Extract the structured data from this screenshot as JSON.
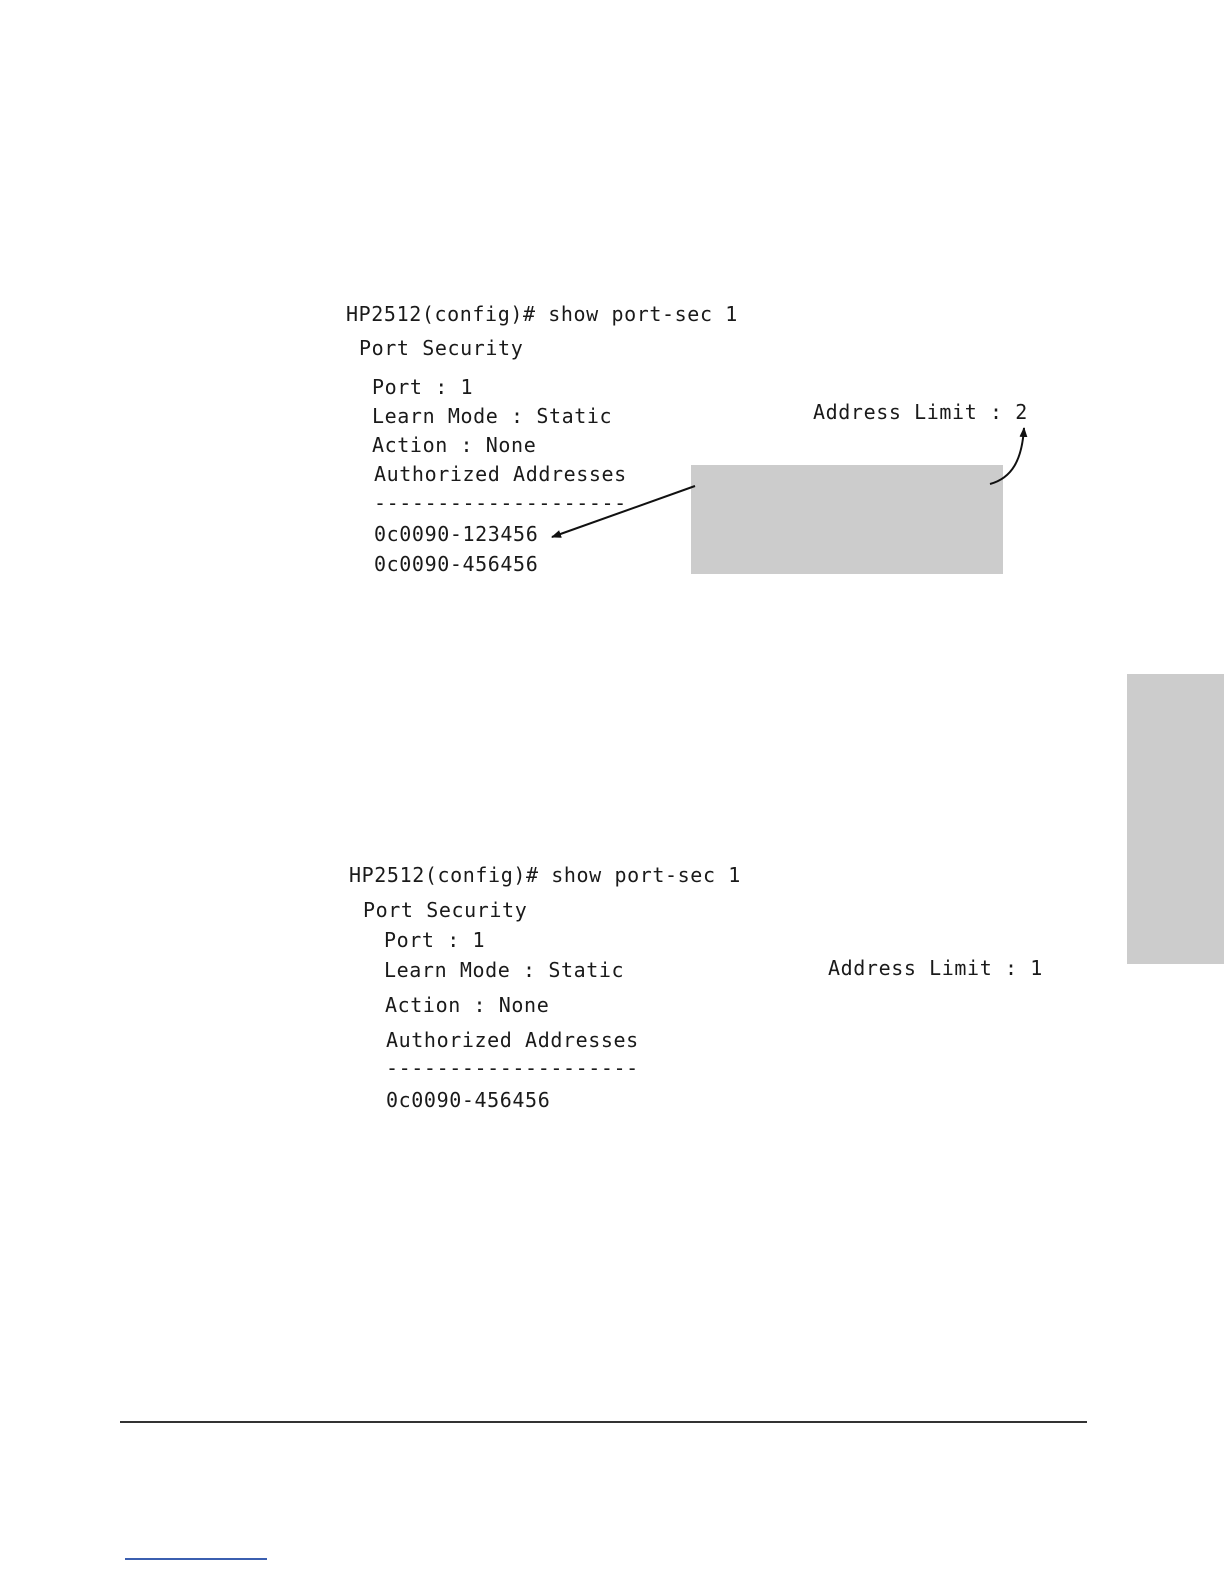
{
  "screen1": {
    "command": "HP2512(config)# show port-sec 1",
    "section": "Port Security",
    "port": "Port : 1",
    "learn_mode": "Learn Mode : Static",
    "action": "Action : None",
    "auth_header": "Authorized Addresses",
    "divider": "--------------------",
    "addresses": [
      "0c0090-123456",
      "0c0090-456456"
    ],
    "address_limit": "Address Limit : 2"
  },
  "screen2": {
    "command": "HP2512(config)# show port-sec 1",
    "section": "Port Security",
    "port": "Port : 1",
    "learn_mode": "Learn Mode : Static",
    "action": "Action : None",
    "auth_header": "Authorized Addresses",
    "divider": "--------------------",
    "addresses": [
      "0c0090-456456"
    ],
    "address_limit": "Address Limit : 1"
  },
  "colors": {
    "callout_fill": "#cccccc",
    "side_tab_fill": "#cccccc",
    "link_rule": "#3b5fb0"
  }
}
